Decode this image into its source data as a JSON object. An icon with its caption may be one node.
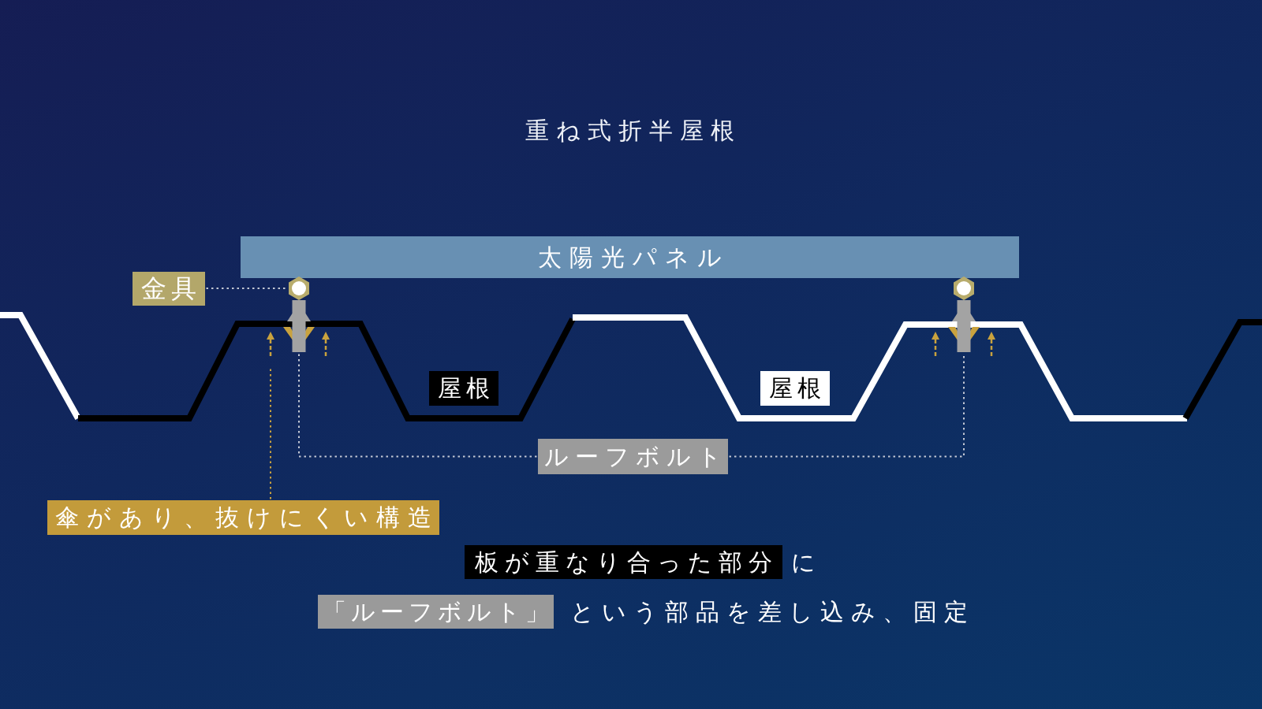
{
  "diagram": {
    "title": "重ね式折半屋根",
    "nodes": [
      {
        "text": [
          "太陽光パネル"
        ]
      },
      {
        "text": [
          "金具"
        ]
      },
      {
        "text": [],
        "shape": "hexagon"
      },
      {
        "text": [],
        "shape": "hexagon"
      },
      {
        "text": [],
        "shape": "picture"
      },
      {
        "text": [],
        "shape": "picture"
      },
      {
        "text": [
          "屋根"
        ]
      },
      {
        "text": [
          "屋根"
        ]
      },
      {
        "text": [
          "ルーフボルト"
        ]
      },
      {
        "text": [
          "傘があり、抜けにくい構造"
        ]
      }
    ],
    "edges": [
      {
        "from": 1,
        "to": 2,
        "arrow": "none",
        "style": "dashed"
      },
      {
        "from": 8,
        "to": 4,
        "arrow": "none",
        "style": "dashed"
      },
      {
        "from": 8,
        "to": 5,
        "arrow": "none",
        "style": "dashed"
      },
      {
        "from": 9,
        "to": null,
        "arrow": "none",
        "style": "dashed",
        "color": "#c9a23e"
      }
    ],
    "labels": [
      "板が重なり合った部分",
      "に",
      "「ルーフボルト」",
      "という部品を差し込み、固定"
    ]
  }
}
